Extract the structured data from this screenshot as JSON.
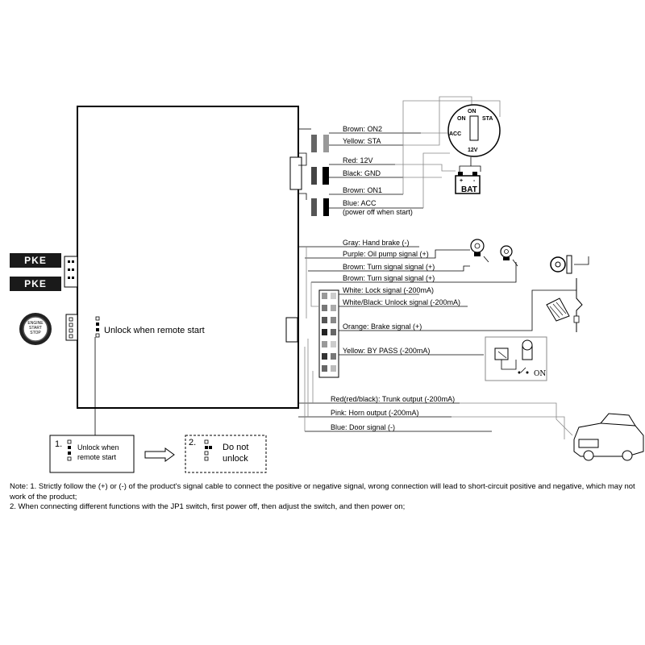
{
  "pke_labels": [
    "PKE",
    "PKE"
  ],
  "start_button": {
    "line1": "ENGINE",
    "line2": "START",
    "line3": "STOP"
  },
  "main_unit_label": "Unlock when remote start",
  "ignition": {
    "on": "ON",
    "on_top": "ON",
    "sta": "STA",
    "acc": "ACC",
    "v12": "12V"
  },
  "battery": {
    "plus": "+",
    "minus": "-",
    "label": "BAT"
  },
  "top_wires": [
    "Brown: ON2",
    "Yellow: STA",
    "Red: 12V",
    "Black: GND",
    "Brown: ON1",
    "Blue: ACC",
    "(power off when start)"
  ],
  "signal_wires": [
    "Gray: Hand brake (-)",
    "Purple: Oil pump signal (+)",
    "Brown: Turn signal signal (+)",
    "Brown: Turn signal signal (+)",
    "White: Lock signal (-200mA)",
    "White/Black: Unlock signal (-200mA)",
    "Orange: Brake signal (+)",
    "Yellow: BY PASS (-200mA)",
    "Red(red/black): Trunk output (-200mA)",
    "Pink: Horn output (-200mA)",
    "Blue: Door signal (-)"
  ],
  "relay_on_label": "ON",
  "jp1": {
    "box1_num": "1.",
    "box1_text_l1": "Unlock when",
    "box1_text_l2": "remote start",
    "box2_num": "2.",
    "box2_text_l1": "Do not",
    "box2_text_l2": "unlock"
  },
  "notes": [
    "Note: 1. Strictly follow the (+) or (-) of the product's signal cable to connect the positive or negative signal, wrong connection will lead to short-circuit positive and negative, which may not work of the product;",
    "2. When connecting different functions with the JP1 switch, first power off, then adjust the switch, and then power on;"
  ]
}
